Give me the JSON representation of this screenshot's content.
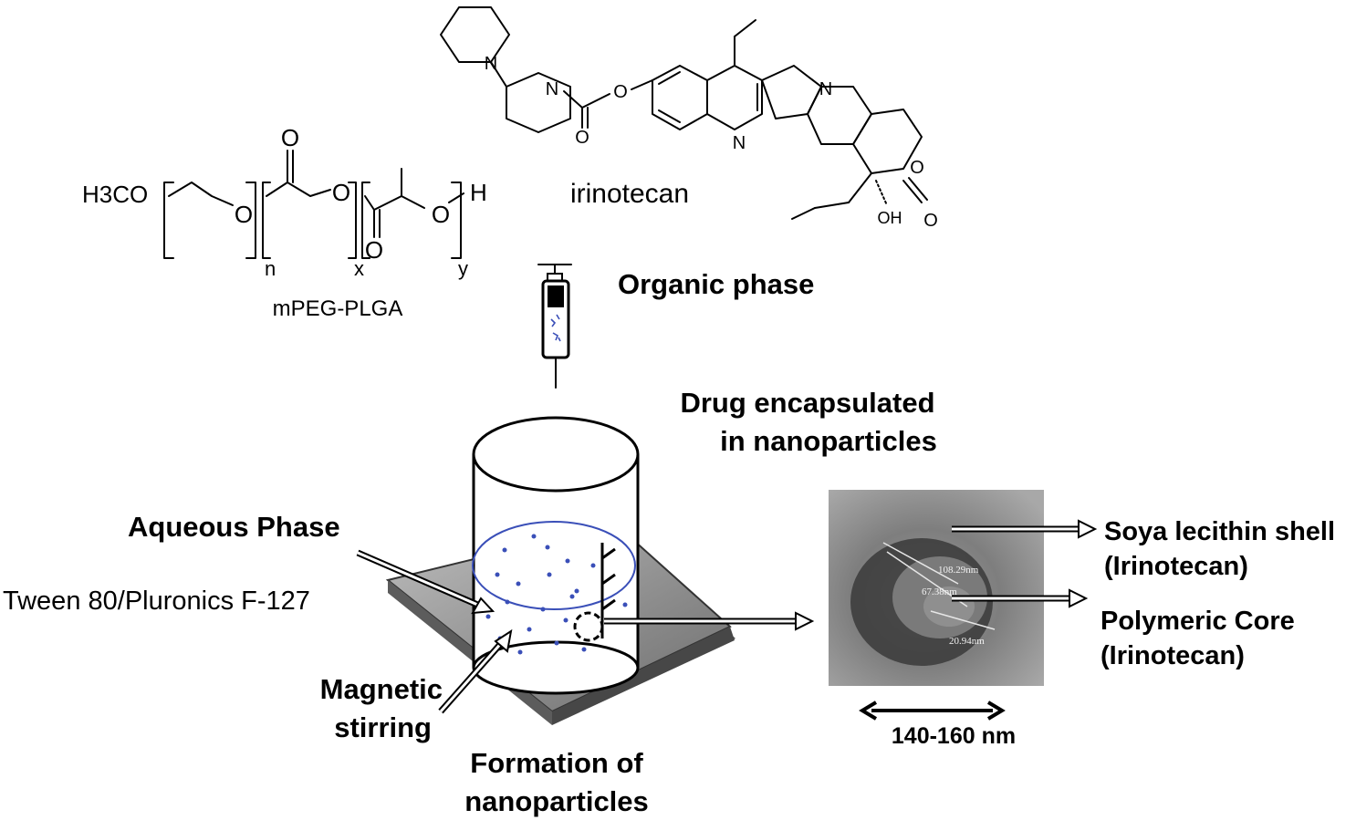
{
  "chemistry": {
    "irinotecan_label": "irinotecan",
    "polymer_label": "mPEG-PLGA",
    "polymer_end_left": "H3CO",
    "polymer_end_right": "H",
    "subscripts": {
      "n": "n",
      "x": "x",
      "y": "y"
    },
    "atoms": {
      "N": "N",
      "O": "O",
      "OH": "OH"
    }
  },
  "labels": {
    "organic_phase": "Organic phase",
    "drug_encapsulated_line1": "Drug encapsulated",
    "drug_encapsulated_line2": "in nanoparticles",
    "aqueous_phase": "Aqueous Phase",
    "surfactants": "Tween 80/Pluronics F-127",
    "magnetic_line1": "Magnetic",
    "magnetic_line2": "stirring",
    "formation_line1": "Formation of",
    "formation_line2": "nanoparticles",
    "shell_line1": "Soya lecithin shell",
    "shell_line2": "(Irinotecan)",
    "core_line1": "Polymeric Core",
    "core_line2": "(Irinotecan)",
    "size_range": "140-160 nm"
  },
  "tem_measurements": [
    "108.29nm",
    "67.38nm",
    "20.94nm"
  ],
  "colors": {
    "solution": "#3a4fb8",
    "plate": "#8a8a8a",
    "plate_dark": "#5a5a5a"
  }
}
